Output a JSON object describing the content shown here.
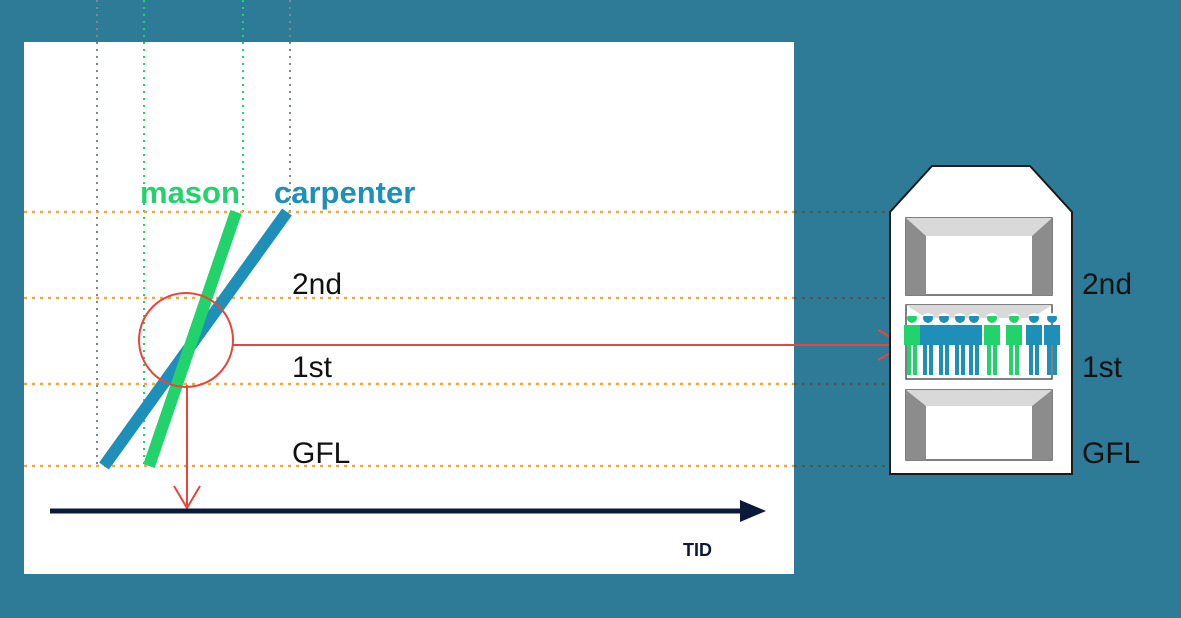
{
  "crews": {
    "mason": {
      "label": "mason",
      "color": "#22d36b"
    },
    "carpenter": {
      "label": "carpenter",
      "color": "#1e8fb8"
    }
  },
  "floors": {
    "second": "2nd",
    "first": "1st",
    "ground": "GFL"
  },
  "axis": {
    "label": "TID"
  },
  "colors": {
    "background": "#2d7b97",
    "panel": "#ffffff",
    "floor_line": "#f2a93b",
    "highlight": "#e8463a",
    "axis": "#0c1a3a"
  }
}
